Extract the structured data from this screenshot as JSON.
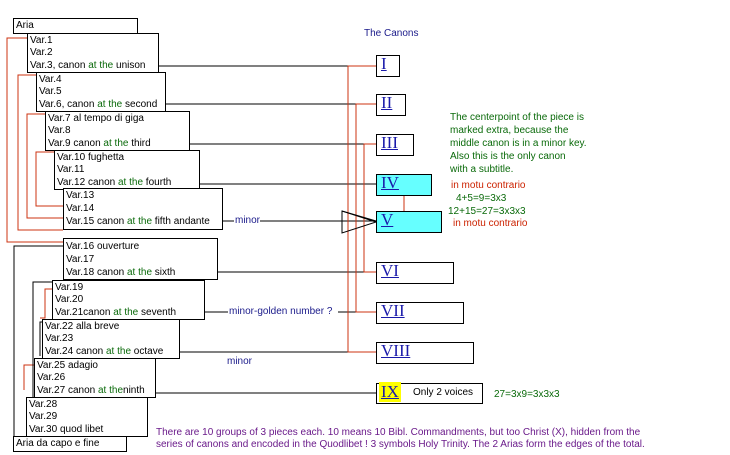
{
  "aria": "Aria",
  "aria_end": "Aria da capo e fine",
  "title": "The Canons",
  "groups": [
    {
      "rows": [
        {
          "plain": "Var.1",
          "canon": "",
          "suffix": ""
        },
        {
          "plain": "Var.2",
          "canon": "",
          "suffix": ""
        },
        {
          "plain": "Var.3, canon ",
          "canon": "at the",
          "suffix": " unison"
        }
      ]
    },
    {
      "rows": [
        {
          "plain": "Var.4",
          "canon": "",
          "suffix": ""
        },
        {
          "plain": "Var.5",
          "canon": "",
          "suffix": ""
        },
        {
          "plain": "Var.6, canon ",
          "canon": "at the",
          "suffix": " second"
        }
      ]
    },
    {
      "rows": [
        {
          "plain": "Var.7 al tempo di giga",
          "canon": "",
          "suffix": ""
        },
        {
          "plain": "Var.8",
          "canon": "",
          "suffix": ""
        },
        {
          "plain": "Var.9 canon ",
          "canon": "at the",
          "suffix": "  third"
        }
      ]
    },
    {
      "rows": [
        {
          "plain": "Var.10 fughetta",
          "canon": "",
          "suffix": ""
        },
        {
          "plain": "Var.11",
          "canon": "",
          "suffix": ""
        },
        {
          "plain": "Var.12 canon ",
          "canon": "at the",
          "suffix": " fourth"
        }
      ]
    },
    {
      "rows": [
        {
          "plain": "Var.13",
          "canon": "",
          "suffix": ""
        },
        {
          "plain": "Var.14",
          "canon": "",
          "suffix": ""
        },
        {
          "plain": "Var.15 canon ",
          "canon": "at the",
          "suffix": " fifth andante"
        }
      ]
    },
    {
      "rows": [
        {
          "plain": "Var.16 ouverture",
          "canon": "",
          "suffix": ""
        },
        {
          "plain": "Var.17",
          "canon": "",
          "suffix": ""
        },
        {
          "plain": "Var.18 canon ",
          "canon": "at the",
          "suffix": " sixth"
        }
      ]
    },
    {
      "rows": [
        {
          "plain": "Var.19",
          "canon": "",
          "suffix": ""
        },
        {
          "plain": "Var.20",
          "canon": "",
          "suffix": ""
        },
        {
          "plain": "Var.21canon ",
          "canon": "at the",
          "suffix": " seventh"
        }
      ]
    },
    {
      "rows": [
        {
          "plain": "Var.22 alla breve",
          "canon": "",
          "suffix": ""
        },
        {
          "plain": "Var.23",
          "canon": "",
          "suffix": ""
        },
        {
          "plain": "Var.24 canon ",
          "canon": "at the",
          "suffix": " octave"
        }
      ]
    },
    {
      "rows": [
        {
          "plain": "Var.25 adagio",
          "canon": "",
          "suffix": ""
        },
        {
          "plain": "Var.26",
          "canon": "",
          "suffix": ""
        },
        {
          "plain": "Var.27 canon ",
          "canon": "at the",
          "suffix": "ninth"
        }
      ]
    },
    {
      "rows": [
        {
          "plain": "Var.28",
          "canon": "",
          "suffix": ""
        },
        {
          "plain": "Var.29",
          "canon": "",
          "suffix": ""
        },
        {
          "plain": "Var.30 quod libet",
          "canon": "",
          "suffix": ""
        }
      ]
    }
  ],
  "canons": [
    {
      "numeral": "I",
      "label": "",
      "fill": "#ffffff"
    },
    {
      "numeral": "II",
      "label": "",
      "fill": "#ffffff"
    },
    {
      "numeral": "III",
      "label": "",
      "fill": "#ffffff"
    },
    {
      "numeral": "IV",
      "label": "",
      "fill": "#66ffff"
    },
    {
      "numeral": "V",
      "label": "",
      "fill": "#66ffff"
    },
    {
      "numeral": "VI",
      "label": "",
      "fill": "#ffffff"
    },
    {
      "numeral": "VII",
      "label": "",
      "fill": "#ffffff"
    },
    {
      "numeral": "VIII",
      "label": "",
      "fill": "#ffffff"
    },
    {
      "numeral": "IX",
      "label": "Only 2 voices",
      "fill": "#ffff00"
    }
  ],
  "annotations": {
    "minor_1": "minor",
    "minor_golden": "minor-golden number ?",
    "minor_3": "minor",
    "centerpoint": [
      "The centerpoint of the piece is",
      "marked extra, because the",
      "middle canon is in a minor key.",
      "Also this is the only canon",
      "with a subtitle."
    ],
    "motu_1": "in motu contrario",
    "eq_1": "4+5=9=3x3",
    "eq_2": "12+15=27=3x3x3",
    "motu_2": "in motu contrario",
    "eq_3": "27=3x9=3x3x3",
    "footer": [
      "There are 10 groups of 3 pieces each. 10 means 10 Bibl. Commandments, but  too Christ (X), hidden from the",
      "series of canons and encoded in the Quodlibet ! 3 symbols Holy Trinity. The 2 Arias form the edges of the total."
    ]
  },
  "colors": {
    "canon_text": "#0a6a0a",
    "roman_text": "#1a1aaa",
    "connector": "#cc3311",
    "note_green": "#0a6a0a",
    "note_red": "#cc2200",
    "note_navy": "#1a1a8a",
    "footer_purple": "#6a1a8a",
    "highlight_cyan": "#66ffff",
    "highlight_yellow": "#ffff00"
  }
}
